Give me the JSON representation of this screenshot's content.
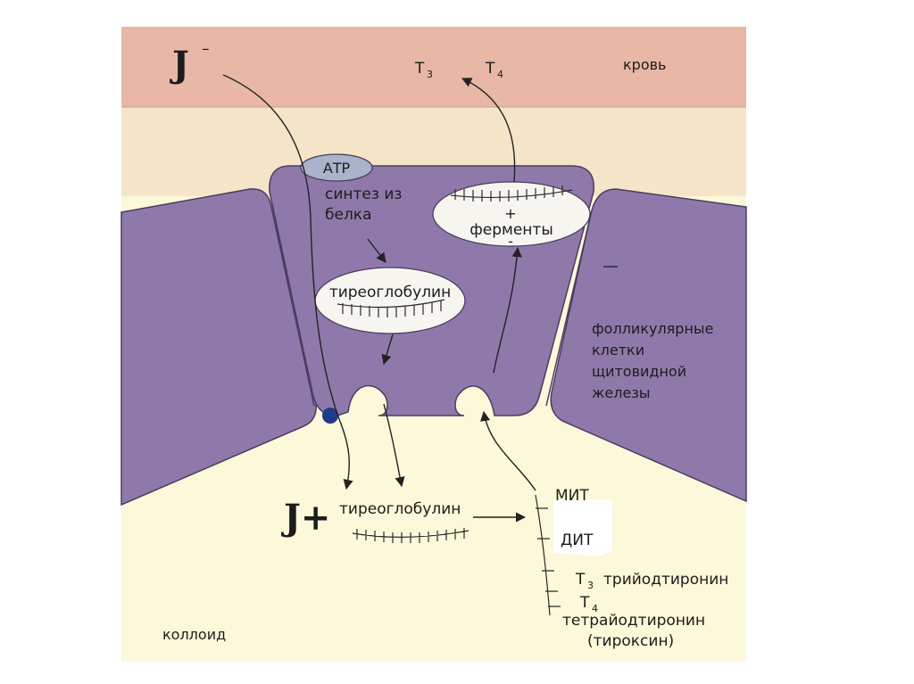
{
  "labels": {
    "blood": "кровь",
    "t3_top": "T",
    "t3_top_sub": "3",
    "t4_top": "T",
    "t4_top_sub": "4",
    "iodide": "J",
    "iodide_charge": "–",
    "atp": "АТР",
    "synthesis_line1": "синтез из",
    "synthesis_line2": "белка",
    "thyroglobulin_cell": "тиреоглобулин",
    "enzymes_plus": "+",
    "enzymes": "ферменты",
    "enzymes_minus": "-",
    "follicular_line1": "фолликулярные",
    "follicular_line2": "клетки",
    "follicular_line3": "щитовидной",
    "follicular_line4": "железы",
    "iodine": "J+",
    "thyroglobulin_colloid": "тиреоглобулин",
    "mit": "МИТ",
    "dit": "ДИТ",
    "t3_bottom": "T",
    "t3_bottom_sub": "3",
    "t3_name": "трийодтиронин",
    "t4_bottom": "T",
    "t4_bottom_sub": "4",
    "t4_name": "тетрайодтиронин",
    "thyroxine": "(тироксин)",
    "colloid": "коллоид"
  },
  "colors": {
    "blood": "#e8b7a6",
    "interstitium": "#f6e4c9",
    "cell": "#8f79ab",
    "cell_border": "#4b3d5f",
    "colloid": "#fcf8da",
    "vesicle": "#f7f5f0",
    "atp_badge": "#a9b3c9",
    "iodide_pump": "#1f3a8a"
  }
}
